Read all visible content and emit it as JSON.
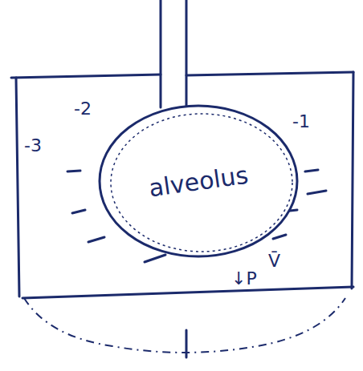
{
  "diagram": {
    "nodes": [
      {
        "text": [
          "alveolus"
        ]
      }
    ],
    "labels": [
      "-2",
      "-1",
      "-3",
      "↓P",
      "V̄"
    ]
  }
}
